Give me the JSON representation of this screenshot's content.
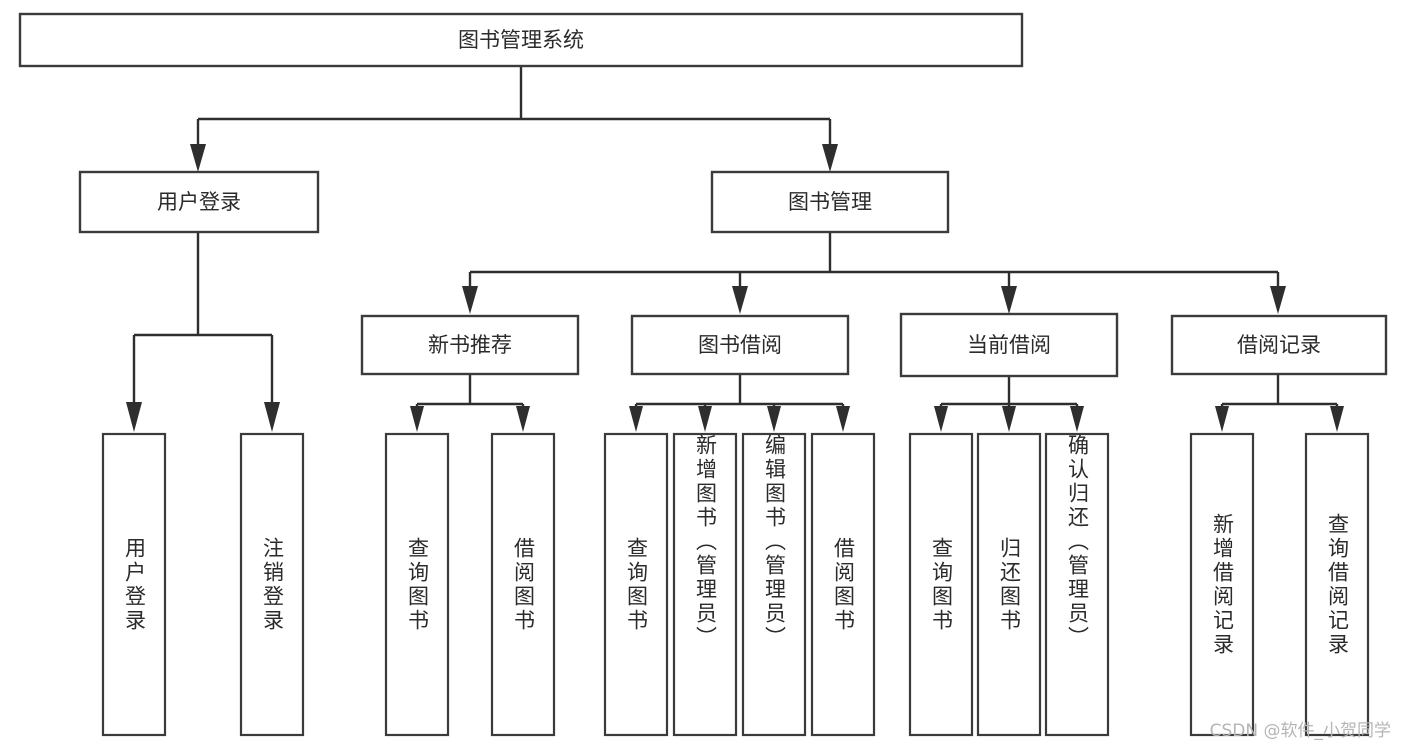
{
  "diagram": {
    "type": "tree",
    "title_node": {
      "label": "图书管理系统"
    },
    "level2": [
      {
        "label": "用户登录"
      },
      {
        "label": "图书管理"
      }
    ],
    "level3": [
      {
        "label": "新书推荐"
      },
      {
        "label": "图书借阅"
      },
      {
        "label": "当前借阅"
      },
      {
        "label": "借阅记录"
      }
    ],
    "leaves": {
      "user_login": [
        {
          "label": "用户登录"
        },
        {
          "label": "注销登录"
        }
      ],
      "new_book_recommend": [
        {
          "label": "查询图书"
        },
        {
          "label": "借阅图书"
        }
      ],
      "book_borrow": [
        {
          "label": "查询图书"
        },
        {
          "label": "新增图书（管理员）"
        },
        {
          "label": "编辑图书（管理员）"
        },
        {
          "label": "借阅图书"
        }
      ],
      "current_borrow": [
        {
          "label": "查询图书"
        },
        {
          "label": "归还图书"
        },
        {
          "label": "确认归还（管理员）"
        }
      ],
      "borrow_record": [
        {
          "label": "新增借阅记录"
        },
        {
          "label": "查询借阅记录"
        }
      ]
    },
    "colors": {
      "box_stroke": "#3b3b3b",
      "connector": "#2e2e2e",
      "text": "#2b2b2b",
      "background": "#ffffff",
      "watermark": "#b5b5b5"
    }
  },
  "watermark": {
    "text": "CSDN @软件_小贺同学"
  }
}
